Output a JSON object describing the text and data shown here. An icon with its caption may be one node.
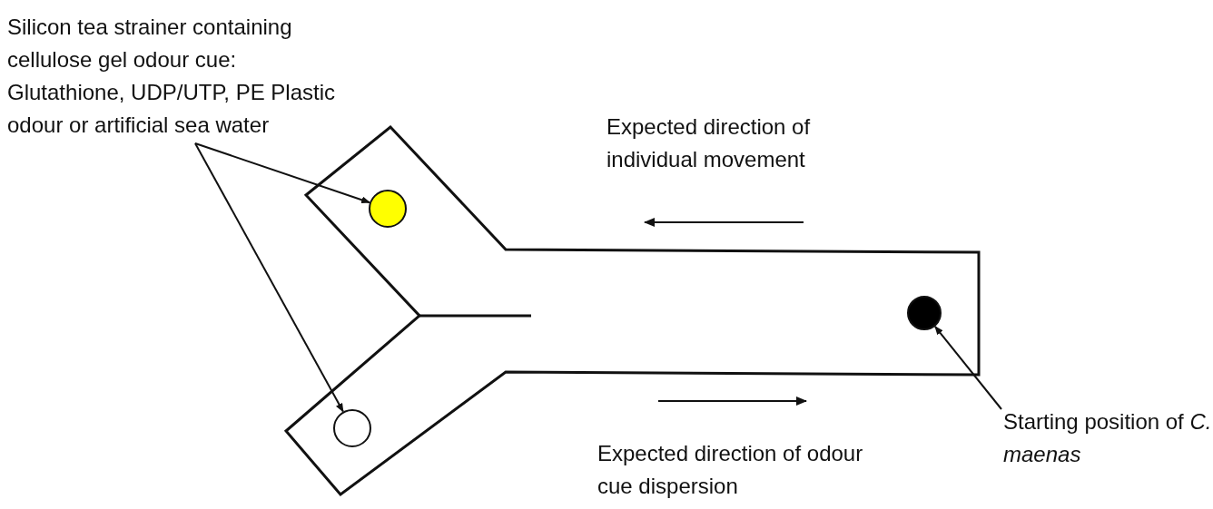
{
  "diagram": {
    "nodes": [
      {
        "text": [
          "Silicon tea strainer containing cellulose gel odour cue: Glutathione, UDP/UTP, PE Plastic odour or artificial sea water"
        ]
      },
      {
        "text": [],
        "shape": "circle"
      },
      {
        "text": [],
        "shape": "circle"
      },
      {
        "text": [],
        "shape": "circle"
      },
      {
        "text": [
          "Starting position of *C. maenas*"
        ]
      }
    ],
    "edges": [
      {
        "from": 0,
        "to": 1,
        "arrow": "to"
      },
      {
        "from": 0,
        "to": 3,
        "arrow": "to"
      },
      {
        "from": 4,
        "to": 2,
        "arrow": "to"
      }
    ],
    "labels": [
      "Expected direction of individual movement",
      "Expected direction of odour cue dispersion"
    ]
  }
}
